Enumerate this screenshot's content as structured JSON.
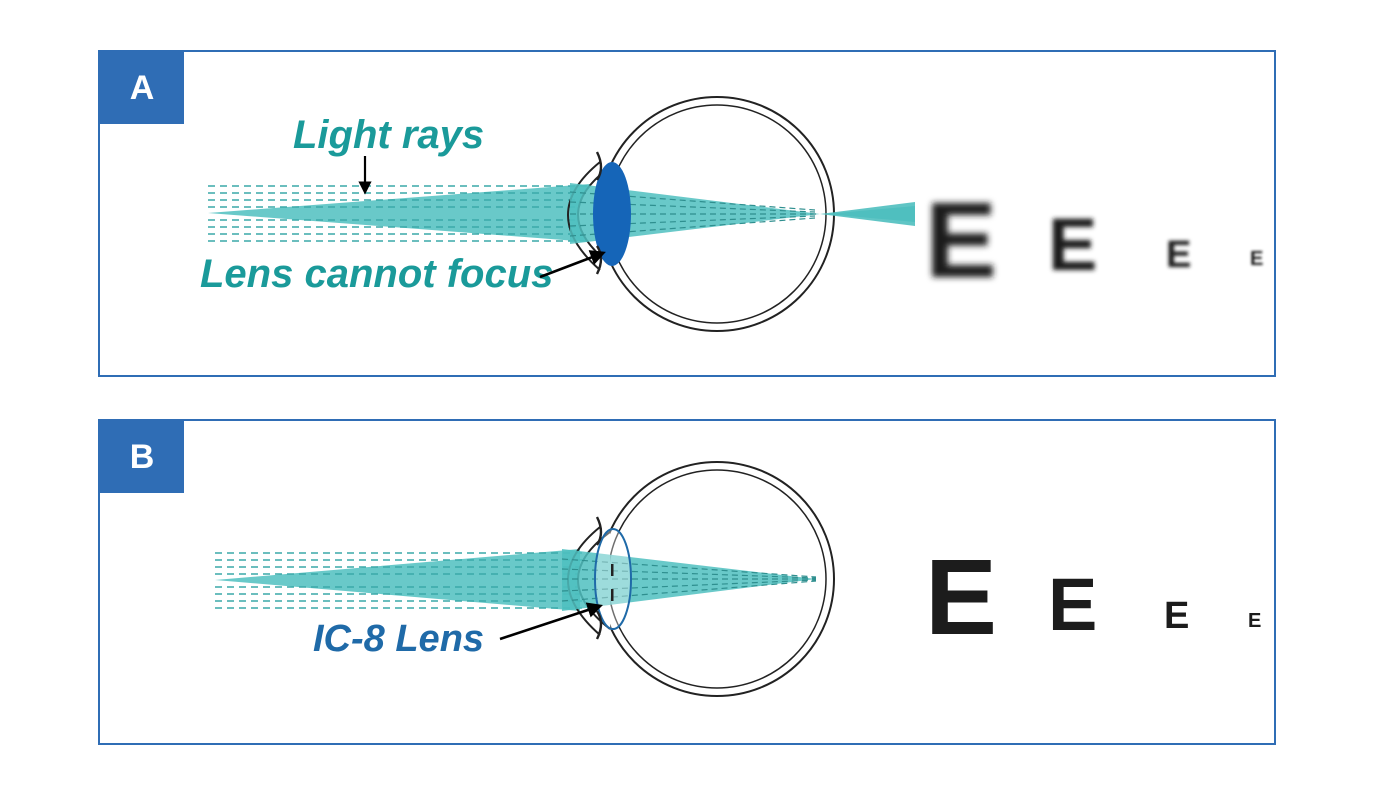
{
  "panels": [
    {
      "id": "A",
      "badge": "A",
      "labels": {
        "light_rays": "Light rays",
        "lens_cannot_focus": "Lens cannot focus"
      },
      "eye_chart": [
        "E",
        "E",
        "E",
        "E"
      ],
      "focus": "beyond retina",
      "chart_blurred": true
    },
    {
      "id": "B",
      "badge": "B",
      "labels": {
        "ic8_lens": "IC-8 Lens"
      },
      "eye_chart": [
        "E",
        "E",
        "E",
        "E"
      ],
      "focus": "on retina",
      "chart_blurred": false
    }
  ],
  "colors": {
    "frame": "#2f6db5",
    "ray": "#4fbfbf",
    "teal_text": "#1a9a9a",
    "blue_text": "#1f6aa8",
    "lens_dark": "#1565b8"
  }
}
